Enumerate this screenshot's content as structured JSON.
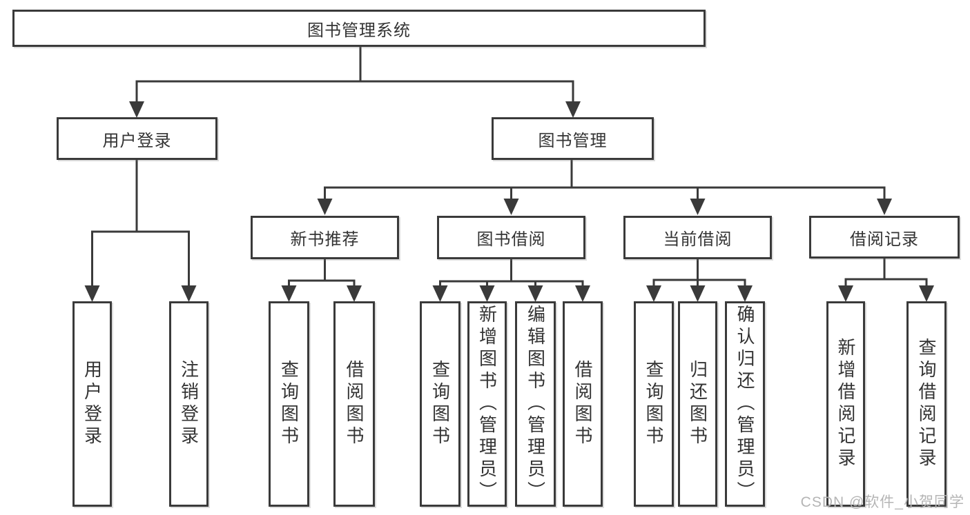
{
  "diagram_type": "hierarchy-tree",
  "tree": {
    "label": "图书管理系统",
    "children": [
      {
        "label": "用户登录",
        "children": [
          {
            "label": "用户登录"
          },
          {
            "label": "注销登录"
          }
        ]
      },
      {
        "label": "图书管理",
        "children": [
          {
            "label": "新书推荐",
            "children": [
              {
                "label": "查询图书"
              },
              {
                "label": "借阅图书"
              }
            ]
          },
          {
            "label": "图书借阅",
            "children": [
              {
                "label": "查询图书"
              },
              {
                "label": "新增图书（管理员）"
              },
              {
                "label": "编辑图书（管理员）"
              },
              {
                "label": "借阅图书"
              }
            ]
          },
          {
            "label": "当前借阅",
            "children": [
              {
                "label": "查询图书"
              },
              {
                "label": "归还图书"
              },
              {
                "label": "确认归还（管理员）"
              }
            ]
          },
          {
            "label": "借阅记录",
            "children": [
              {
                "label": "新增借阅记录"
              },
              {
                "label": "查询借阅记录"
              }
            ]
          }
        ]
      }
    ]
  },
  "watermark": "CSDN @软件_小贺同学",
  "colors": {
    "border": "#3a3a3a",
    "text": "#333333",
    "watermark": "#b5b5b5"
  }
}
